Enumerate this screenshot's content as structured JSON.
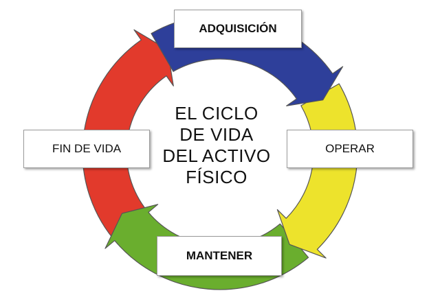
{
  "diagram": {
    "center_title": [
      "EL  CICLO",
      "DE VIDA",
      "DEL ACTIVO",
      "FÍSICO"
    ],
    "stages": {
      "top": "ADQUISICIÓN",
      "right": "OPERAR",
      "bottom": "MANTENER",
      "left": "FIN DE VIDA"
    },
    "colors": {
      "blue": "#2e3f9a",
      "yellow": "#ede32c",
      "green": "#6aae2e",
      "red": "#e23a2c"
    }
  }
}
